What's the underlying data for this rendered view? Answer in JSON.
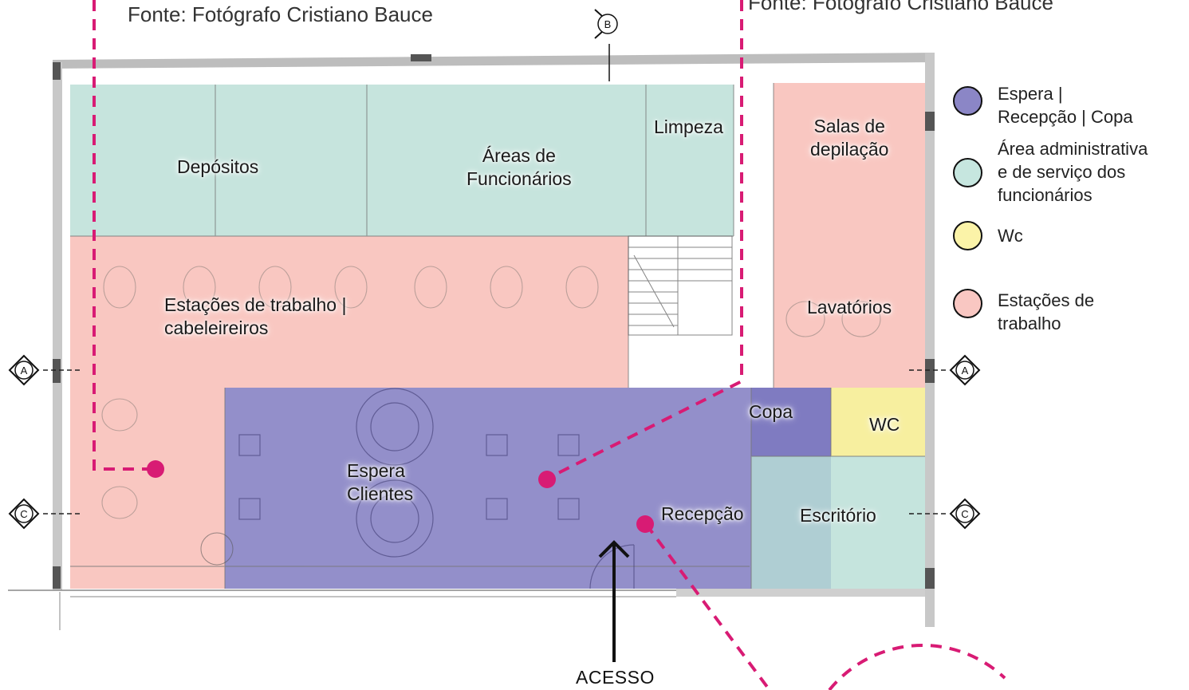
{
  "captions": {
    "left": "Fonte: Fotógrafo Cristiano Bauce",
    "right": "Fonte: Fotógrafo Cristiano Bauce"
  },
  "section_markers": {
    "a": "A",
    "b": "B",
    "c": "C"
  },
  "rooms": {
    "depositos": "Depósitos",
    "areas_funcionarios": "Áreas de\nFuncionários",
    "limpeza": "Limpeza",
    "salas_depilacao": "Salas de\ndepilação",
    "estacoes_cabeleireiros": "Estações de trabalho |\ncabeleireiros",
    "lavatorios": "Lavatórios",
    "copa": "Copa",
    "wc": "WC",
    "espera_clientes": "Espera\nClientes",
    "recepcao": "Recepção",
    "escritorio": "Escritório"
  },
  "access_label": "ACESSO",
  "legend": [
    {
      "label": "Espera |\nRecepção | Copa",
      "color": "#8b86c6"
    },
    {
      "label": "Área administrativa\ne de serviço dos\nfuncionários",
      "color": "#c6e6df"
    },
    {
      "label": "Wc",
      "color": "#fbf3a8"
    },
    {
      "label": "Estações de\ntrabalho",
      "color": "#f9c7c2"
    }
  ],
  "zone_colors": {
    "waiting": "#7b76be",
    "staff": "#b6ddd4",
    "wc": "#f6ec8e",
    "work": "#f8b9b2",
    "accent": "#d81b74"
  }
}
